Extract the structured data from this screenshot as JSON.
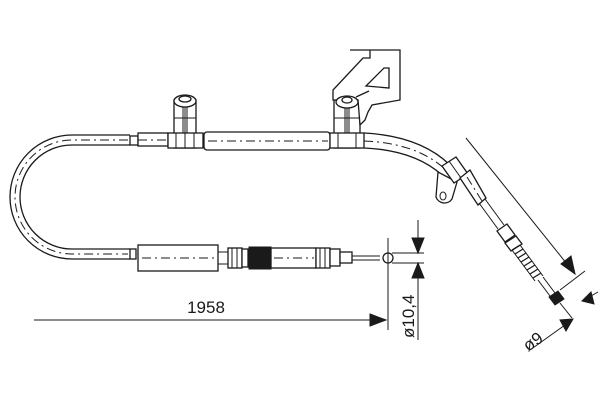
{
  "drawing": {
    "subject": "brake cable",
    "line_color": "#1a1a1a",
    "background": "#ffffff"
  },
  "dimensions": {
    "length": "1958",
    "end_diameter_left": "ø10,4",
    "end_diameter_right": "ø9"
  }
}
